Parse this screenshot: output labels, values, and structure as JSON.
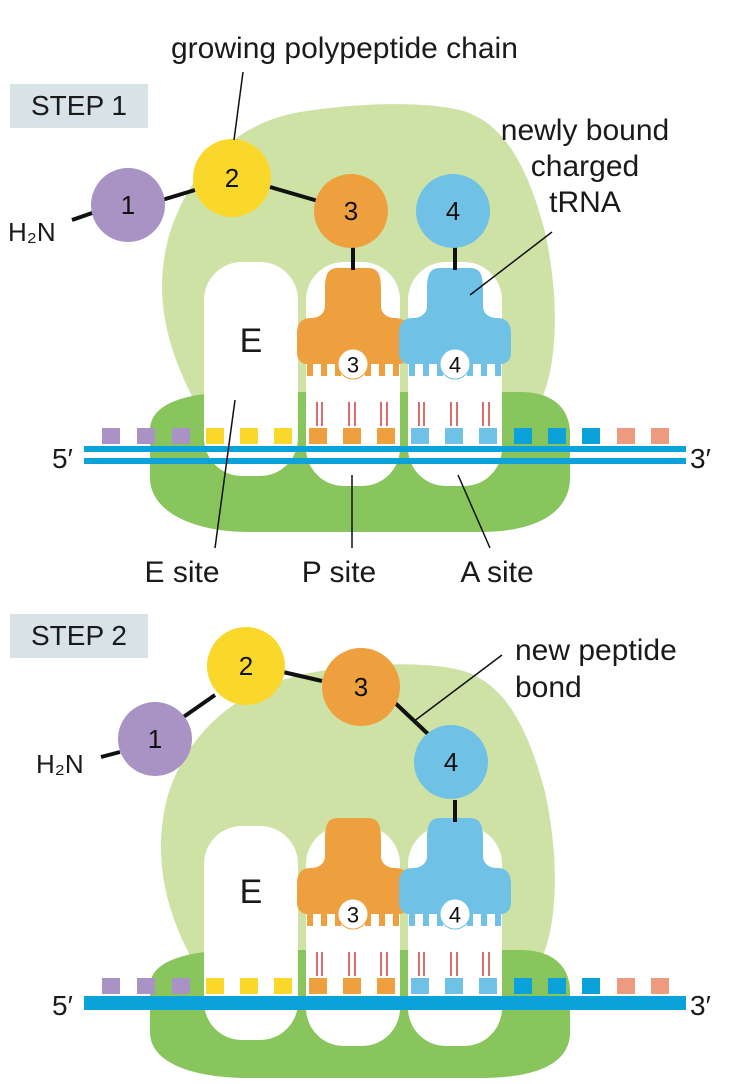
{
  "colors": {
    "ribosome_large": "#cfe2a6",
    "ribosome_small": "#88c55c",
    "mrna": "#0aa2d8",
    "aa1": "#a992c4",
    "aa2": "#f9d72b",
    "aa3": "#ee9f3e",
    "aa4": "#6fc1e6",
    "codon_purple": "#a992c4",
    "codon_yellow": "#f9d72b",
    "codon_orange": "#ee9f3e",
    "codon_lightblue": "#6fc1e6",
    "codon_blue": "#0aa2d8",
    "codon_salmon": "#ee9a80",
    "step_box": "#d7e3e6",
    "hbond": "#d23a3a"
  },
  "step1": {
    "title": "STEP 1",
    "callout_chain": "growing polypeptide chain",
    "callout_trna_lines": [
      "newly bound",
      "charged",
      "tRNA"
    ],
    "amine": "H₂N",
    "amino_acids": [
      "1",
      "2",
      "3",
      "4"
    ],
    "site_letter": "E",
    "trna_p_number": "3",
    "trna_a_number": "4",
    "five_prime": "5′",
    "three_prime": "3′",
    "site_labels": [
      "E site",
      "P site",
      "A site"
    ]
  },
  "step2": {
    "title": "STEP 2",
    "callout_bond_lines": [
      "new peptide",
      "bond"
    ],
    "amine": "H₂N",
    "amino_acids": [
      "1",
      "2",
      "3",
      "4"
    ],
    "site_letter": "E",
    "trna_p_number": "3",
    "trna_a_number": "4",
    "five_prime": "5′",
    "three_prime": "3′"
  }
}
